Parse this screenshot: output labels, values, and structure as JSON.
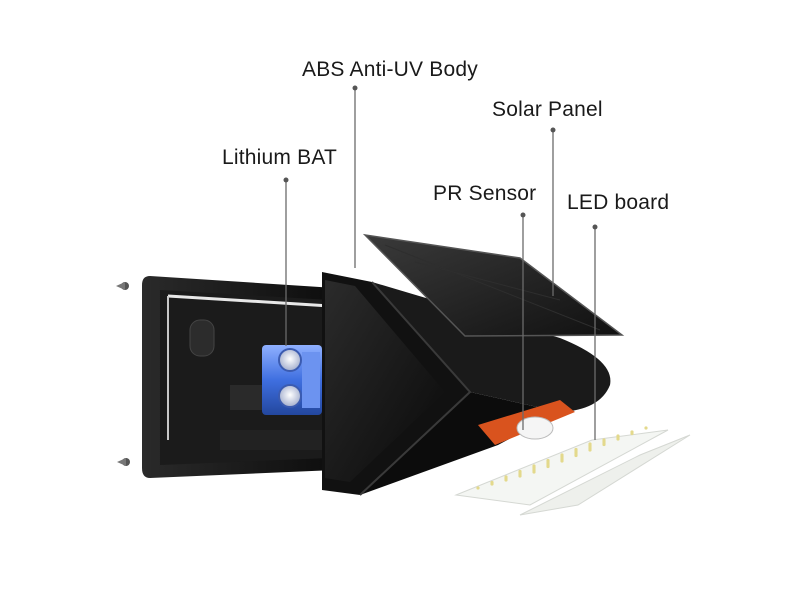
{
  "labels": {
    "abs_body": "ABS Anti-UV Body",
    "solar_panel": "Solar Panel",
    "lithium_bat": "Lithium BAT",
    "pr_sensor": "PR Sensor",
    "led_board": "LED board"
  },
  "colors": {
    "housing": "#161616",
    "panel": "#202020",
    "battery": "#3f6fe0",
    "sensor_board": "#d9531e",
    "led_board": "#f4f6f3",
    "leader_line": "#6b6b6b"
  }
}
